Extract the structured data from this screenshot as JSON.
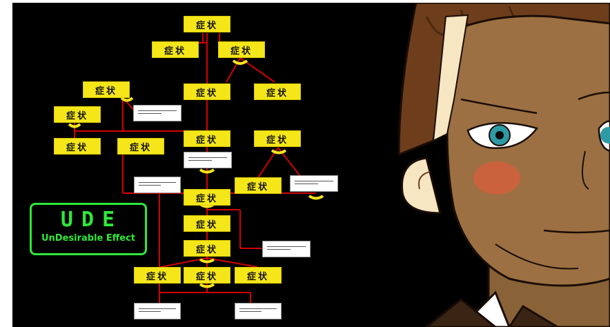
{
  "node_label": "症状",
  "ude": {
    "title": "UDE",
    "subtitle": "UnDesirable Effect"
  },
  "colors": {
    "background": "#000000",
    "node_fill": "#f5e61a",
    "connector": "#d40000",
    "ude_accent": "#2ee83a"
  }
}
